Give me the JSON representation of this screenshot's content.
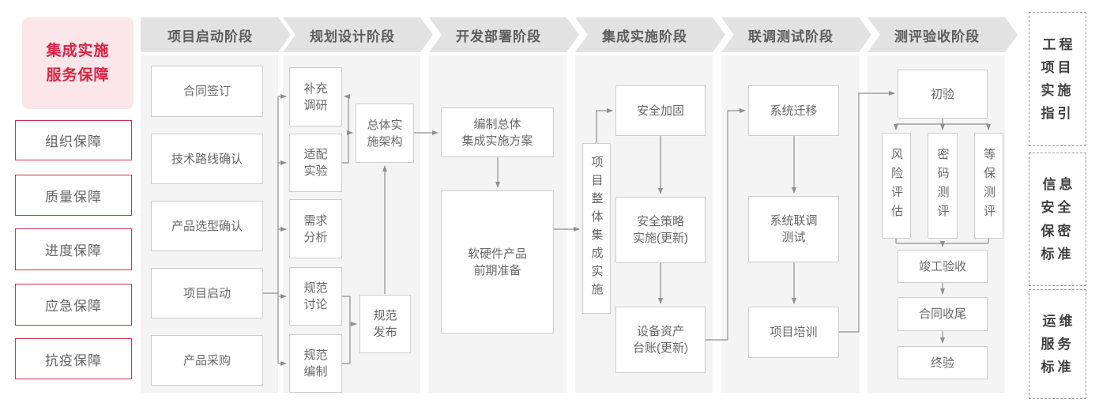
{
  "palette": {
    "accent_red": "#e02142",
    "red_border": "#cf3247",
    "pink_bg": "#fbe7ea",
    "header_bg": "#e2e2e2",
    "panel_bg": "#f4f4f4",
    "box_border": "#cdcdcd",
    "box_text": "#686868",
    "connector_gray": "#8f8f8f"
  },
  "left_rail": {
    "title": "集成实施\n服务保障",
    "items": [
      {
        "label": "组织保障"
      },
      {
        "label": "质量保障"
      },
      {
        "label": "进度保障"
      },
      {
        "label": "应急保障"
      },
      {
        "label": "抗疫保障"
      }
    ]
  },
  "phases": [
    {
      "label": "项目启动阶段",
      "nodes": [
        {
          "label": "合同签订"
        },
        {
          "label": "技术路线确认"
        },
        {
          "label": "产品选型确认"
        },
        {
          "label": "项目启动"
        },
        {
          "label": "产品采购"
        }
      ]
    },
    {
      "label": "规划设计阶段",
      "nodes": [
        {
          "label": "补充\n调研"
        },
        {
          "label": "适配\n实验"
        },
        {
          "label": "需求\n分析"
        },
        {
          "label": "规范\n讨论"
        },
        {
          "label": "规范\n编制"
        },
        {
          "label": "总体实\n施架构"
        },
        {
          "label": "规范\n发布"
        }
      ]
    },
    {
      "label": "开发部署阶段",
      "nodes": [
        {
          "label": "编制总体\n集成实施方案"
        },
        {
          "label": "软硬件产品\n前期准备"
        }
      ]
    },
    {
      "label": "集成实施阶段",
      "nodes": [
        {
          "label": "项目整体集成实施"
        },
        {
          "label": "安全加固"
        },
        {
          "label": "安全策略\n实施(更新)"
        },
        {
          "label": "设备资产\n台账(更新)"
        }
      ]
    },
    {
      "label": "联调测试阶段",
      "nodes": [
        {
          "label": "系统迁移"
        },
        {
          "label": "系统联调\n测试"
        },
        {
          "label": "项目培训"
        }
      ]
    },
    {
      "label": "测评验收阶段",
      "nodes": [
        {
          "label": "初验"
        },
        {
          "label": "风险评估"
        },
        {
          "label": "密码测评"
        },
        {
          "label": "等保测评"
        },
        {
          "label": "竣工验收"
        },
        {
          "label": "合同收尾"
        },
        {
          "label": "终验"
        }
      ]
    }
  ],
  "standards": [
    {
      "label": "工程\n项目\n实施\n指引"
    },
    {
      "label": "信息\n安全\n保密\n标准"
    },
    {
      "label": "运维\n服务\n标准"
    }
  ]
}
